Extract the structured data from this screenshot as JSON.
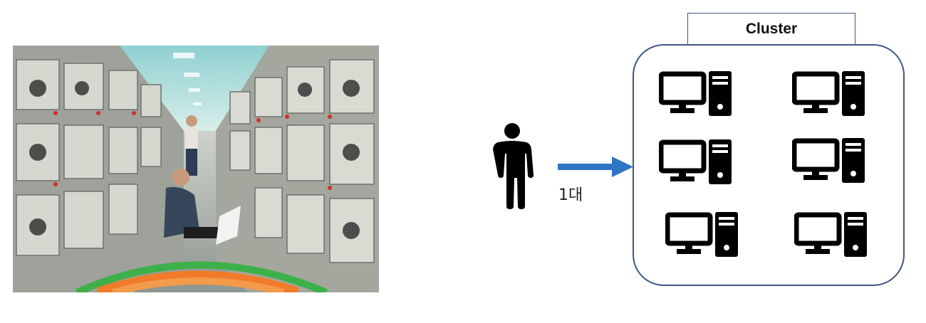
{
  "photo": {
    "subject": "server-room-photo"
  },
  "person_icon": "person-icon",
  "arrow": {
    "label": "1대",
    "color": "#2e75c6"
  },
  "cluster": {
    "title": "Cluster",
    "border_color": "#3f5687",
    "computers": [
      "computer-icon",
      "computer-icon",
      "computer-icon",
      "computer-icon",
      "computer-icon",
      "computer-icon"
    ]
  }
}
